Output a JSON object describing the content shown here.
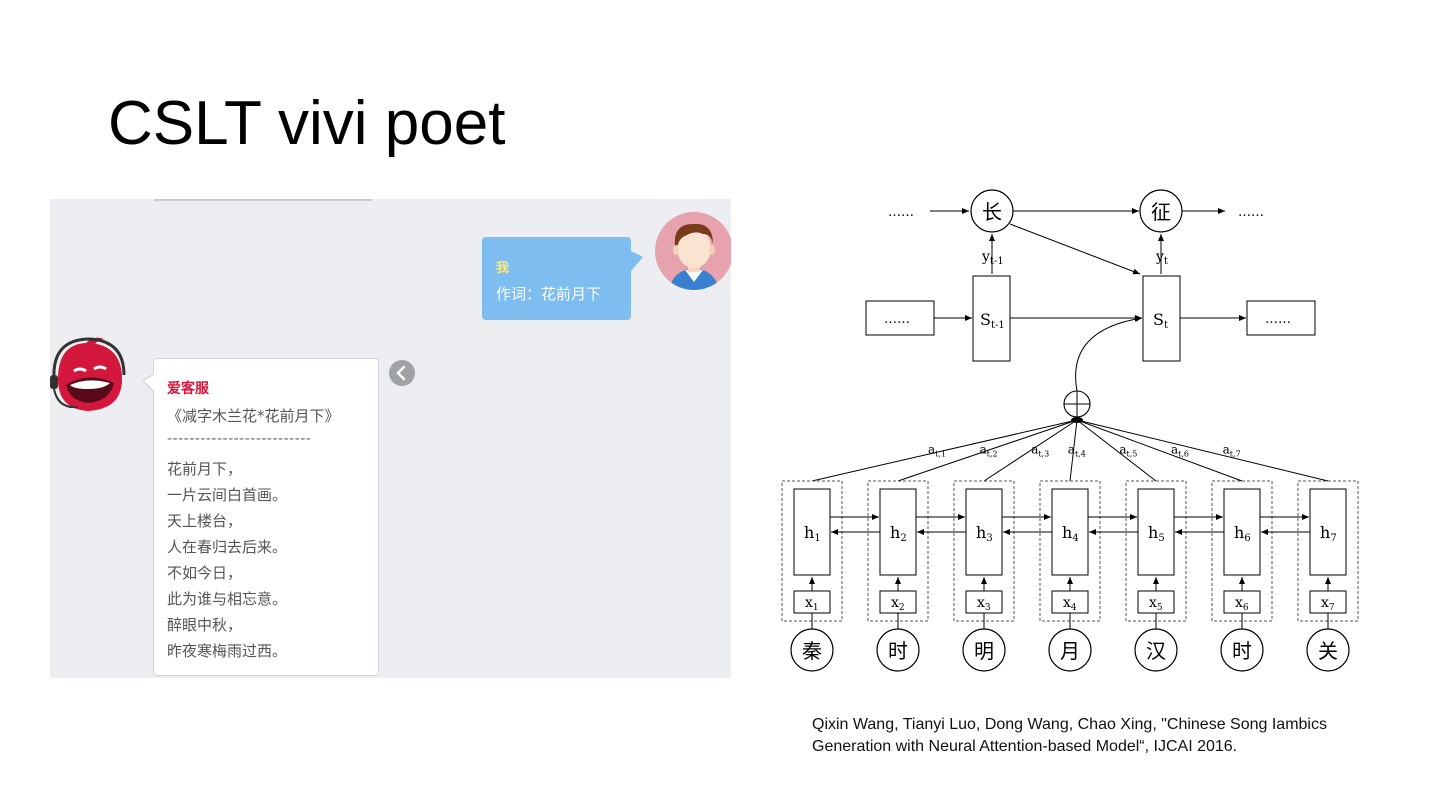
{
  "slide": {
    "title": "CSLT vivi poet"
  },
  "chat": {
    "user_message": {
      "sender": "我",
      "text": "作词：花前月下"
    },
    "bot_message": {
      "sender": "爱客服",
      "poem_title": "《减字木兰花*花前月下》",
      "divider": "--------------------------",
      "lines": [
        "花前月下，",
        "一片云间白首画。",
        "天上楼台，",
        "人在春归去后来。",
        "不如今日，",
        "此为谁与相忘意。",
        "醉眼中秋，",
        "昨夜寒梅雨过西。"
      ]
    },
    "icons": {
      "user_avatar": "boy-avatar-icon",
      "bot_avatar": "headset-mascot-icon",
      "share": "share-icon"
    }
  },
  "diagram": {
    "outputs": [
      "长",
      "征"
    ],
    "ellipsis": "……",
    "y_labels": [
      "y",
      "y"
    ],
    "y_subs": [
      "t-1",
      "t"
    ],
    "states": [
      "S",
      "S"
    ],
    "state_subs": [
      "t-1",
      "t"
    ],
    "attention_labels": [
      "a",
      "a",
      "a",
      "a",
      "a",
      "a",
      "a"
    ],
    "attention_subs": [
      "t,1",
      "t,2",
      "t,3",
      "t,4",
      "t,5",
      "t,6",
      "t,7"
    ],
    "hidden": [
      "h",
      "h",
      "h",
      "h",
      "h",
      "h",
      "h"
    ],
    "inputs": [
      "x",
      "x",
      "x",
      "x",
      "x",
      "x",
      "x"
    ],
    "index": [
      "1",
      "2",
      "3",
      "4",
      "5",
      "6",
      "7"
    ],
    "characters": [
      "秦",
      "时",
      "明",
      "月",
      "汉",
      "时",
      "关"
    ],
    "sum_symbol": "⊕"
  },
  "citation": {
    "line1": "Qixin Wang, Tianyi Luo, Dong Wang, Chao Xing, \"Chinese Song Iambics",
    "line2": "Generation with Neural Attention-based Model“, IJCAI 2016."
  }
}
